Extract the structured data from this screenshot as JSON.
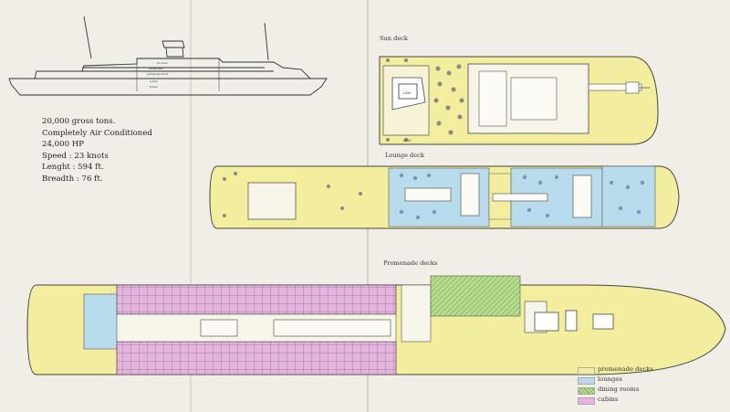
{
  "colors": {
    "paper": "#f1eee8",
    "fold": "#d9d3c8",
    "promenade": "#f2ee9e",
    "lounges": "#b9dcec",
    "dining": "#b6dd8e",
    "cabins": "#e6b3df",
    "line": "#3a3a3a"
  },
  "ship_profile": {
    "labels": [
      "sun deck",
      "lounge deck",
      "promenade decks",
      "A deck",
      "B deck"
    ]
  },
  "specs": {
    "lines": [
      "20,000 gross tons.",
      "Completely Air Conditioned",
      "24,000 HP",
      "Speed : 23 knots",
      "Lenght : 594 ft.",
      "Breadth : 76 ft."
    ]
  },
  "decks": {
    "sun": {
      "label": "Sun deck",
      "lido_label": "LIDO",
      "lido_label_2": "LIDO"
    },
    "lounge": {
      "label": "Lounge deck"
    },
    "promenade": {
      "label": "Promenade decks"
    }
  },
  "legend": {
    "items": [
      {
        "label": "promenade decks",
        "color": "#f2ee9e",
        "icon": "plain-swatch"
      },
      {
        "label": "lounges",
        "color": "#b9dcec",
        "icon": "plain-swatch"
      },
      {
        "label": "dining rooms",
        "color": "#b6dd8e",
        "icon": "hatched-swatch"
      },
      {
        "label": "cabins",
        "color": "#e6b3df",
        "icon": "plain-swatch"
      }
    ]
  }
}
